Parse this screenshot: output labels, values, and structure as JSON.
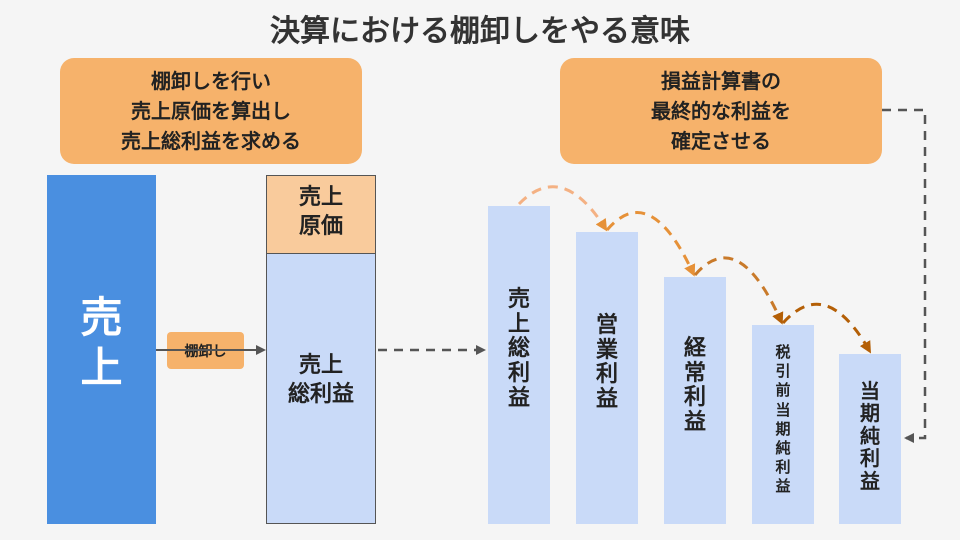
{
  "title": "決算における棚卸しをやる意味",
  "callouts": {
    "left": "棚卸しを行い\n売上原価を算出し\n売上総利益を求める",
    "right": "損益計算書の\n最終的な利益を\n確定させる"
  },
  "sales": {
    "label": "売上"
  },
  "breakdown": {
    "cogs": "売上\n原価",
    "gross": "売上\n総利益"
  },
  "tag_label": "棚卸し",
  "profits": [
    {
      "label": "売上総利益"
    },
    {
      "label": "営業利益"
    },
    {
      "label": "経常利益"
    },
    {
      "label": "税引前当期純利益"
    },
    {
      "label": "当期純利益"
    }
  ],
  "colors": {
    "blue": "#4a8fe0",
    "light_blue": "#c9daf8",
    "orange": "#f6b26b",
    "light_orange": "#f9cb9c",
    "arrow_orange": "#e69138",
    "arrow_brown": "#b45f06",
    "dark_arrow": "#555555"
  }
}
